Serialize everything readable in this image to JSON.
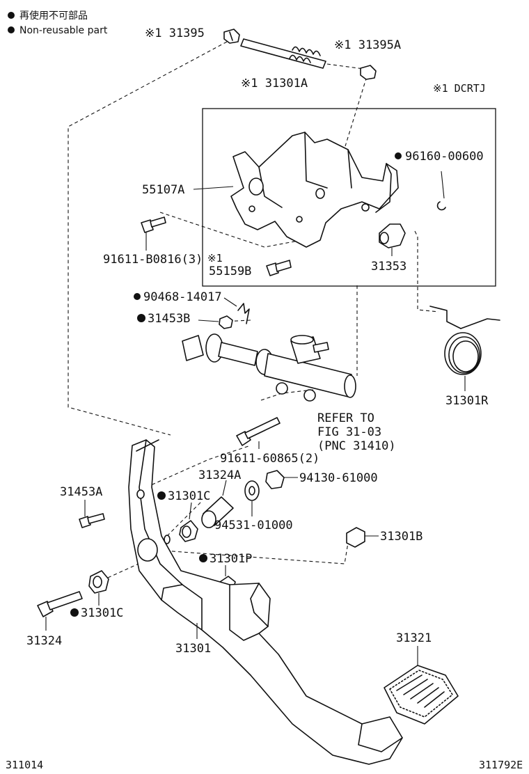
{
  "legend": {
    "line1": "再使用不可部品",
    "line2": "Non-reusable part"
  },
  "note": "※1 DCRTJ",
  "footer": {
    "left": "311014",
    "right": "311792E"
  },
  "labels": {
    "p31395": "※1 31395",
    "p31395A": "※1 31395A",
    "p31301A": "※1 31301A",
    "p55107A": "55107A",
    "p96160": "96160-00600",
    "p91611_0816": "91611-B0816(3)",
    "p55159B_mark": "※1",
    "p55159B": "55159B",
    "p31353": "31353",
    "p90468": "90468-14017",
    "p31453B": "31453B",
    "p31301R": "31301R",
    "refer1": "REFER TO",
    "refer2": "FIG 31-03",
    "refer3": "(PNC 31410)",
    "p91611_60865": "91611-60865(2)",
    "p31324A": "31324A",
    "p94130": "94130-61000",
    "p31453A": "31453A",
    "p31301C_top": "31301C",
    "p94531": "94531-01000",
    "p31301B": "31301B",
    "p31301P": "31301P",
    "p31324": "31324",
    "p31301C_bot": "31301C",
    "p31301": "31301",
    "p31321": "31321"
  }
}
